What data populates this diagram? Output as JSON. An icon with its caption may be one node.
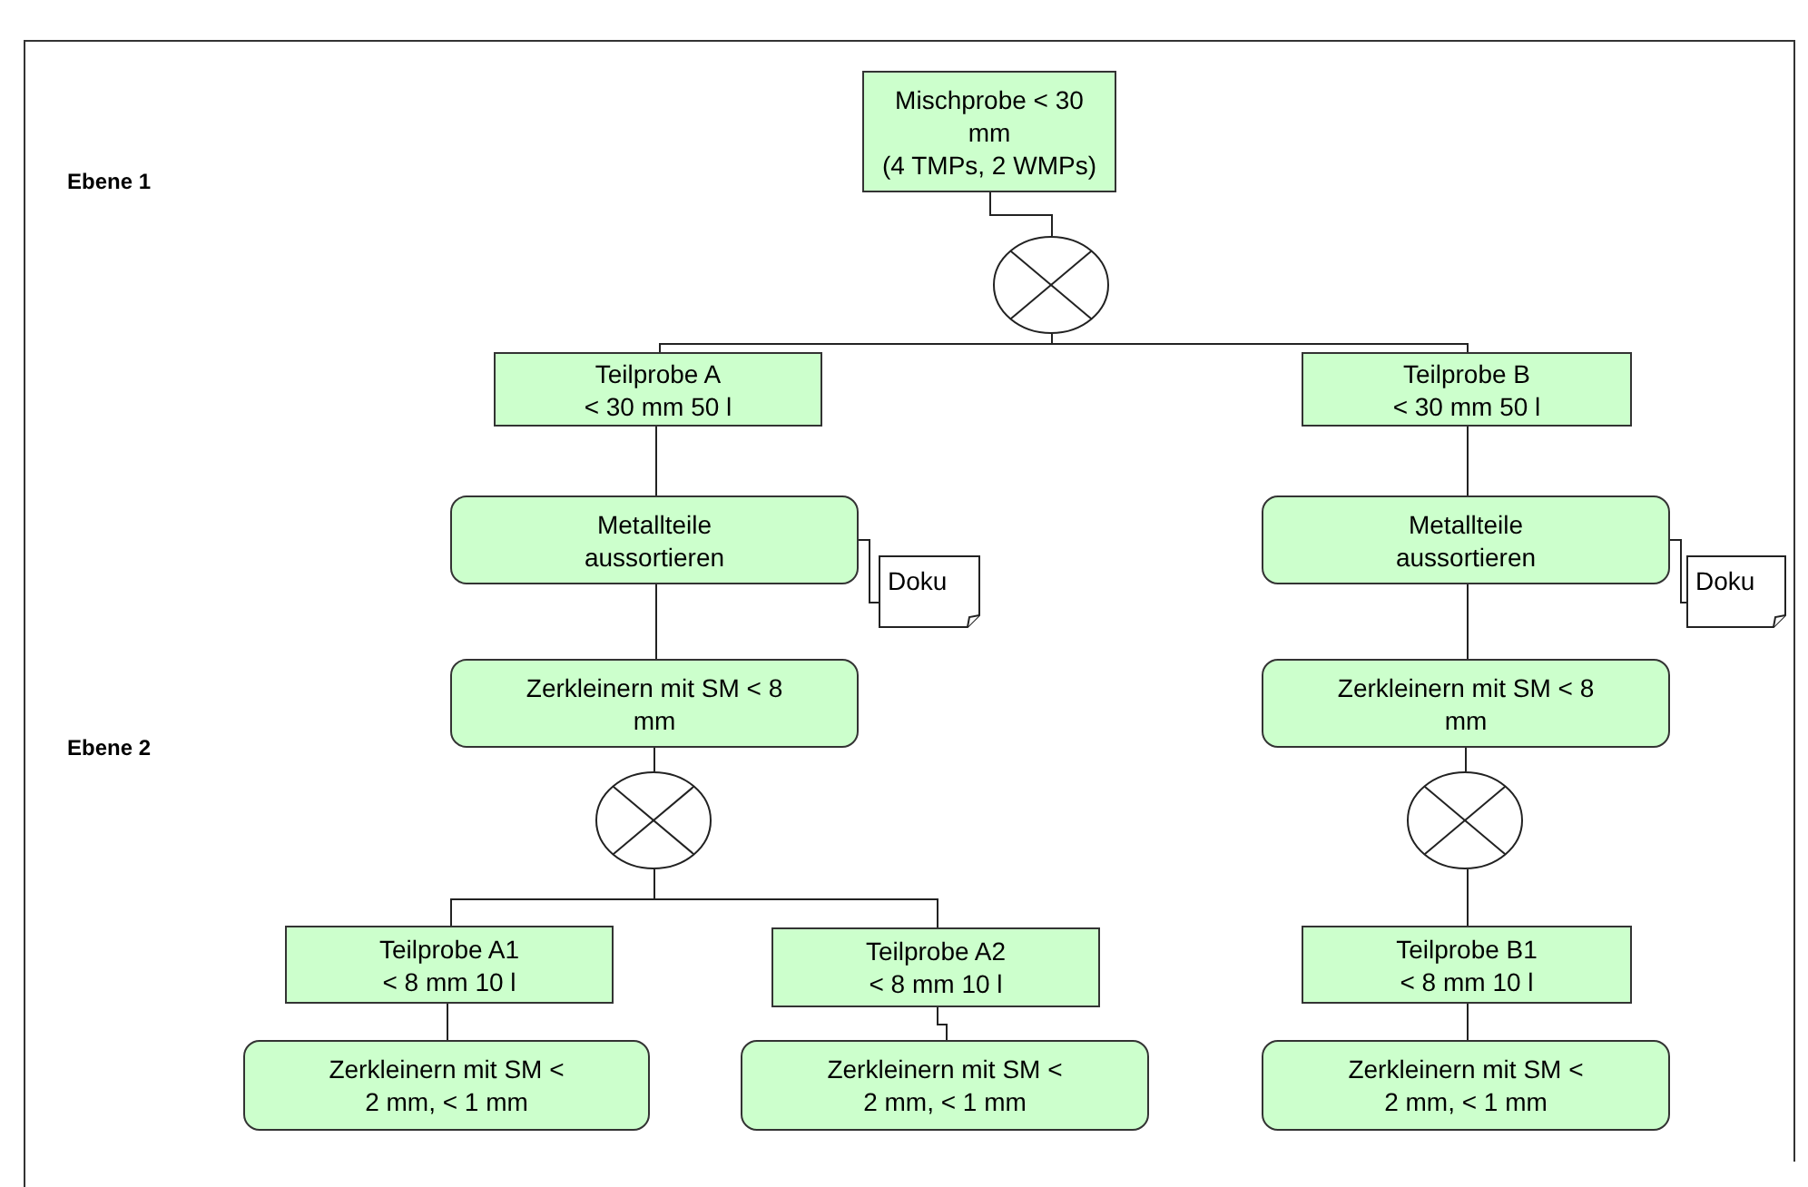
{
  "diagram": {
    "nodes": [
      {
        "text": [
          "Mischprobe < 30 mm",
          "(4 TMPs, 2 WMPs)"
        ]
      },
      {
        "text": [],
        "shape": "circle"
      },
      {
        "text": [
          "Teilprobe A",
          "< 30 mm 50 l"
        ]
      },
      {
        "text": [
          "Teilprobe B",
          "< 30 mm 50 l"
        ]
      },
      {
        "text": [
          "Metallteile aussortieren"
        ]
      },
      {
        "text": [
          "Doku"
        ]
      },
      {
        "text": [
          "Metallteile aussortieren"
        ]
      },
      {
        "text": [
          "Doku"
        ]
      },
      {
        "text": [
          "Zerkleinern mit SM < 8 mm"
        ]
      },
      {
        "text": [
          "Zerkleinern mit SM < 8 mm"
        ]
      },
      {
        "text": [],
        "shape": "circle"
      },
      {
        "text": [],
        "shape": "circle"
      },
      {
        "text": [
          "Teilprobe A1",
          "< 8 mm 10 l"
        ]
      },
      {
        "text": [
          "Teilprobe A2",
          "< 8 mm 10 l"
        ]
      },
      {
        "text": [
          "Teilprobe B1",
          "< 8 mm 10 l"
        ]
      },
      {
        "text": [
          "Zerkleinern mit SM < 2 mm, < 1 mm"
        ]
      },
      {
        "text": [
          "Zerkleinern mit SM < 2 mm, < 1 mm"
        ]
      },
      {
        "text": [
          "Zerkleinern mit SM < 2 mm, < 1 mm"
        ]
      }
    ],
    "edges": [
      {
        "from": 0,
        "to": 1,
        "arrow": "none"
      },
      {
        "from": 1,
        "to": 2,
        "arrow": "none"
      },
      {
        "from": 1,
        "to": 3,
        "arrow": "none"
      },
      {
        "from": 2,
        "to": 4,
        "arrow": "none"
      },
      {
        "from": 4,
        "to": 5,
        "arrow": "none"
      },
      {
        "from": 3,
        "to": 6,
        "arrow": "none"
      },
      {
        "from": 6,
        "to": 7,
        "arrow": "none"
      },
      {
        "from": 4,
        "to": 8,
        "arrow": "none"
      },
      {
        "from": 6,
        "to": 9,
        "arrow": "none"
      },
      {
        "from": 8,
        "to": 10,
        "arrow": "none"
      },
      {
        "from": 9,
        "to": 11,
        "arrow": "none"
      },
      {
        "from": 10,
        "to": 12,
        "arrow": "none"
      },
      {
        "from": 10,
        "to": 13,
        "arrow": "none"
      },
      {
        "from": 11,
        "to": 14,
        "arrow": "none"
      },
      {
        "from": 12,
        "to": 15,
        "arrow": "none"
      },
      {
        "from": 13,
        "to": 16,
        "arrow": "none"
      },
      {
        "from": 14,
        "to": 17,
        "arrow": "none"
      }
    ],
    "labels": [
      "Ebene 1",
      "Ebene 2"
    ]
  }
}
